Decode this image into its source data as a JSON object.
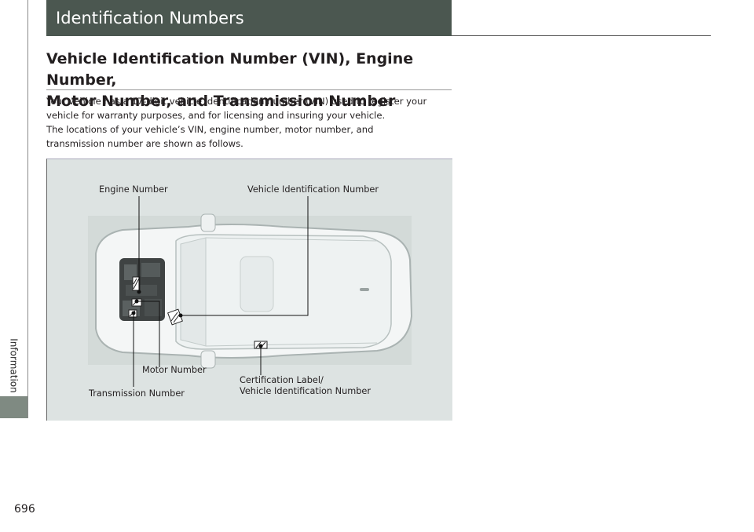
{
  "page": {
    "number": "696",
    "section_tab": "Information"
  },
  "header": {
    "title": "Identification Numbers"
  },
  "section": {
    "heading_line1": "Vehicle Identification Number (VIN), Engine Number,",
    "heading_line2": "Motor Number, and Transmission Number",
    "para1_line1": "Your vehicle has a 17-digit vehicle identification number (VIN) used to register your",
    "para1_line2": "vehicle for warranty purposes, and for licensing and insuring your vehicle.",
    "para2_line1": "The locations of your vehicle’s VIN, engine number, motor number, and",
    "para2_line2": "transmission number are shown as follows."
  },
  "figure": {
    "labels": {
      "engine_number": "Engine Number",
      "vin": "Vehicle Identification Number",
      "motor_number": "Motor Number",
      "transmission_number": "Transmission Number",
      "cert_label_line1": "Certification Label/",
      "cert_label_line2": "Vehicle Identification Number"
    }
  },
  "colors": {
    "title_bar": "#4b5750",
    "side_block": "#7f8a82",
    "figure_bg": "#dde3e2"
  }
}
